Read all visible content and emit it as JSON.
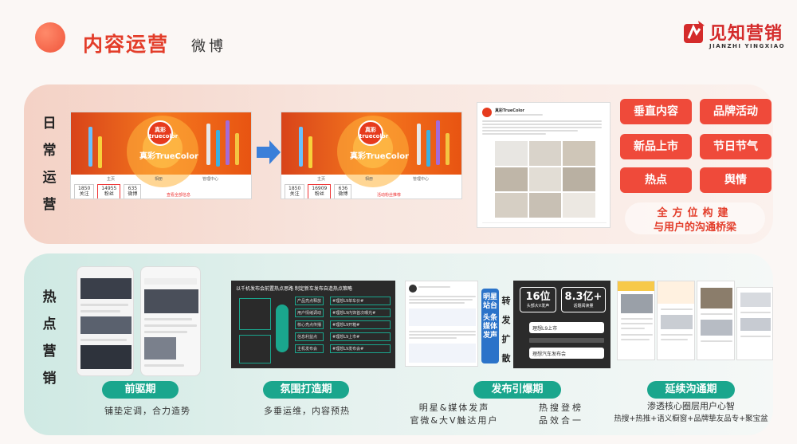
{
  "header": {
    "title": "内容运营",
    "subtitle": "微博"
  },
  "logo": {
    "name": "见知营销",
    "en": "JIANZHI YINGXIAO"
  },
  "daily": {
    "label": [
      "日",
      "常",
      "运",
      "营"
    ],
    "shot1": {
      "brand": "真彩TrueColor",
      "badge": "真彩 truecolor",
      "tabs": [
        "主页",
        "相册",
        "管理中心"
      ],
      "stats": [
        {
          "value": "1850",
          "label": "关注"
        },
        {
          "value": "14955",
          "label": "粉丝"
        },
        {
          "value": "635",
          "label": "微博"
        }
      ],
      "link": "查看全部信息"
    },
    "shot2": {
      "brand": "真彩TrueColor",
      "badge": "真彩 truecolor",
      "tabs": [
        "主页",
        "相册",
        "管理中心"
      ],
      "stats": [
        {
          "value": "1850",
          "label": "关注"
        },
        {
          "value": "16909",
          "label": "粉丝"
        },
        {
          "value": "636",
          "label": "微博"
        }
      ],
      "link": "活动粉丝推荐"
    },
    "post": {
      "author": "真彩TrueColor"
    },
    "tags": [
      "垂直内容",
      "品牌活动",
      "新品上市",
      "节日节气",
      "热点",
      "舆情"
    ],
    "slogan": [
      "全方位构建",
      "与用户的沟通桥梁"
    ]
  },
  "hot": {
    "label": [
      "热",
      "点",
      "营",
      "销"
    ],
    "phases": [
      {
        "title": "前驱期",
        "desc": [
          "铺垫定调，合力造势"
        ]
      },
      {
        "title": "氛围打造期",
        "desc": [
          "多垂运维，内容预热"
        ]
      },
      {
        "title": "发布引爆期",
        "desc": [
          "明星&媒体发声",
          "官微&大V触达用户"
        ],
        "desc2": [
          "热搜登榜",
          "品效合一"
        ]
      },
      {
        "title": "延续沟通期",
        "desc": [
          "渗透核心圈层用户心智",
          "热搜+热推+语义橱窗+品牌挚友品专+聚宝盆"
        ]
      }
    ],
    "strategy_title": "以千机发布会前置热点思路  制定新车发布自造热点策略",
    "strategy_items": [
      "产品亮点释放",
      "用户情绪调动",
      "核心亮点传播",
      "信息利益点",
      "主机发布会"
    ],
    "strategy_tags": [
      "#理想L9单车价#",
      "#理想L9内饰首次曝光#",
      "#理想L9开箱#",
      "#理想L9上市#",
      "#理想L9发布会#"
    ],
    "stats": [
      {
        "big": "16位",
        "small": "头部大V发声"
      },
      {
        "big": "8.3亿+",
        "small": "话题阅读量"
      }
    ],
    "search_items": [
      "理想L9上市",
      "理想汽车发布会"
    ],
    "side_words": [
      "明星站台",
      "头条媒体发声"
    ],
    "relay": [
      "转",
      "发",
      "扩",
      "散"
    ]
  },
  "colors": {
    "accent": "#e33d2a",
    "teal": "#1aa68d",
    "tag_red": "#ef4a3a",
    "arrow_blue": "#3b7fd9"
  }
}
